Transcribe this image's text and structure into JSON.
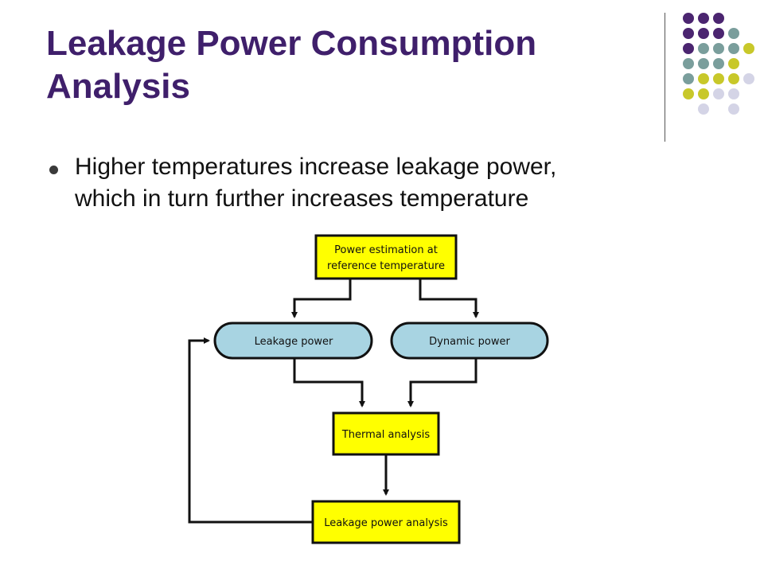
{
  "slide": {
    "title_line1": "Leakage Power Consumption",
    "title_line2": "Analysis",
    "bullet_line1": "Higher temperatures increase leakage power,",
    "bullet_line2": "which in turn further increases temperature"
  },
  "colors": {
    "title": "#3f1f6b",
    "dot_purple": "#4b2570",
    "dot_teal": "#7a9e9c",
    "dot_yellow": "#c8c82a",
    "dot_lavender": "#d4d4e6",
    "box_yellow": "#ffff00",
    "pill_blue": "#a8d4e2"
  },
  "diagram": {
    "power_estimation_line1": "Power estimation at",
    "power_estimation_line2": "reference temperature",
    "leakage_power": "Leakage power",
    "dynamic_power": "Dynamic power",
    "thermal_analysis": "Thermal analysis",
    "leakage_power_analysis": "Leakage power analysis"
  }
}
